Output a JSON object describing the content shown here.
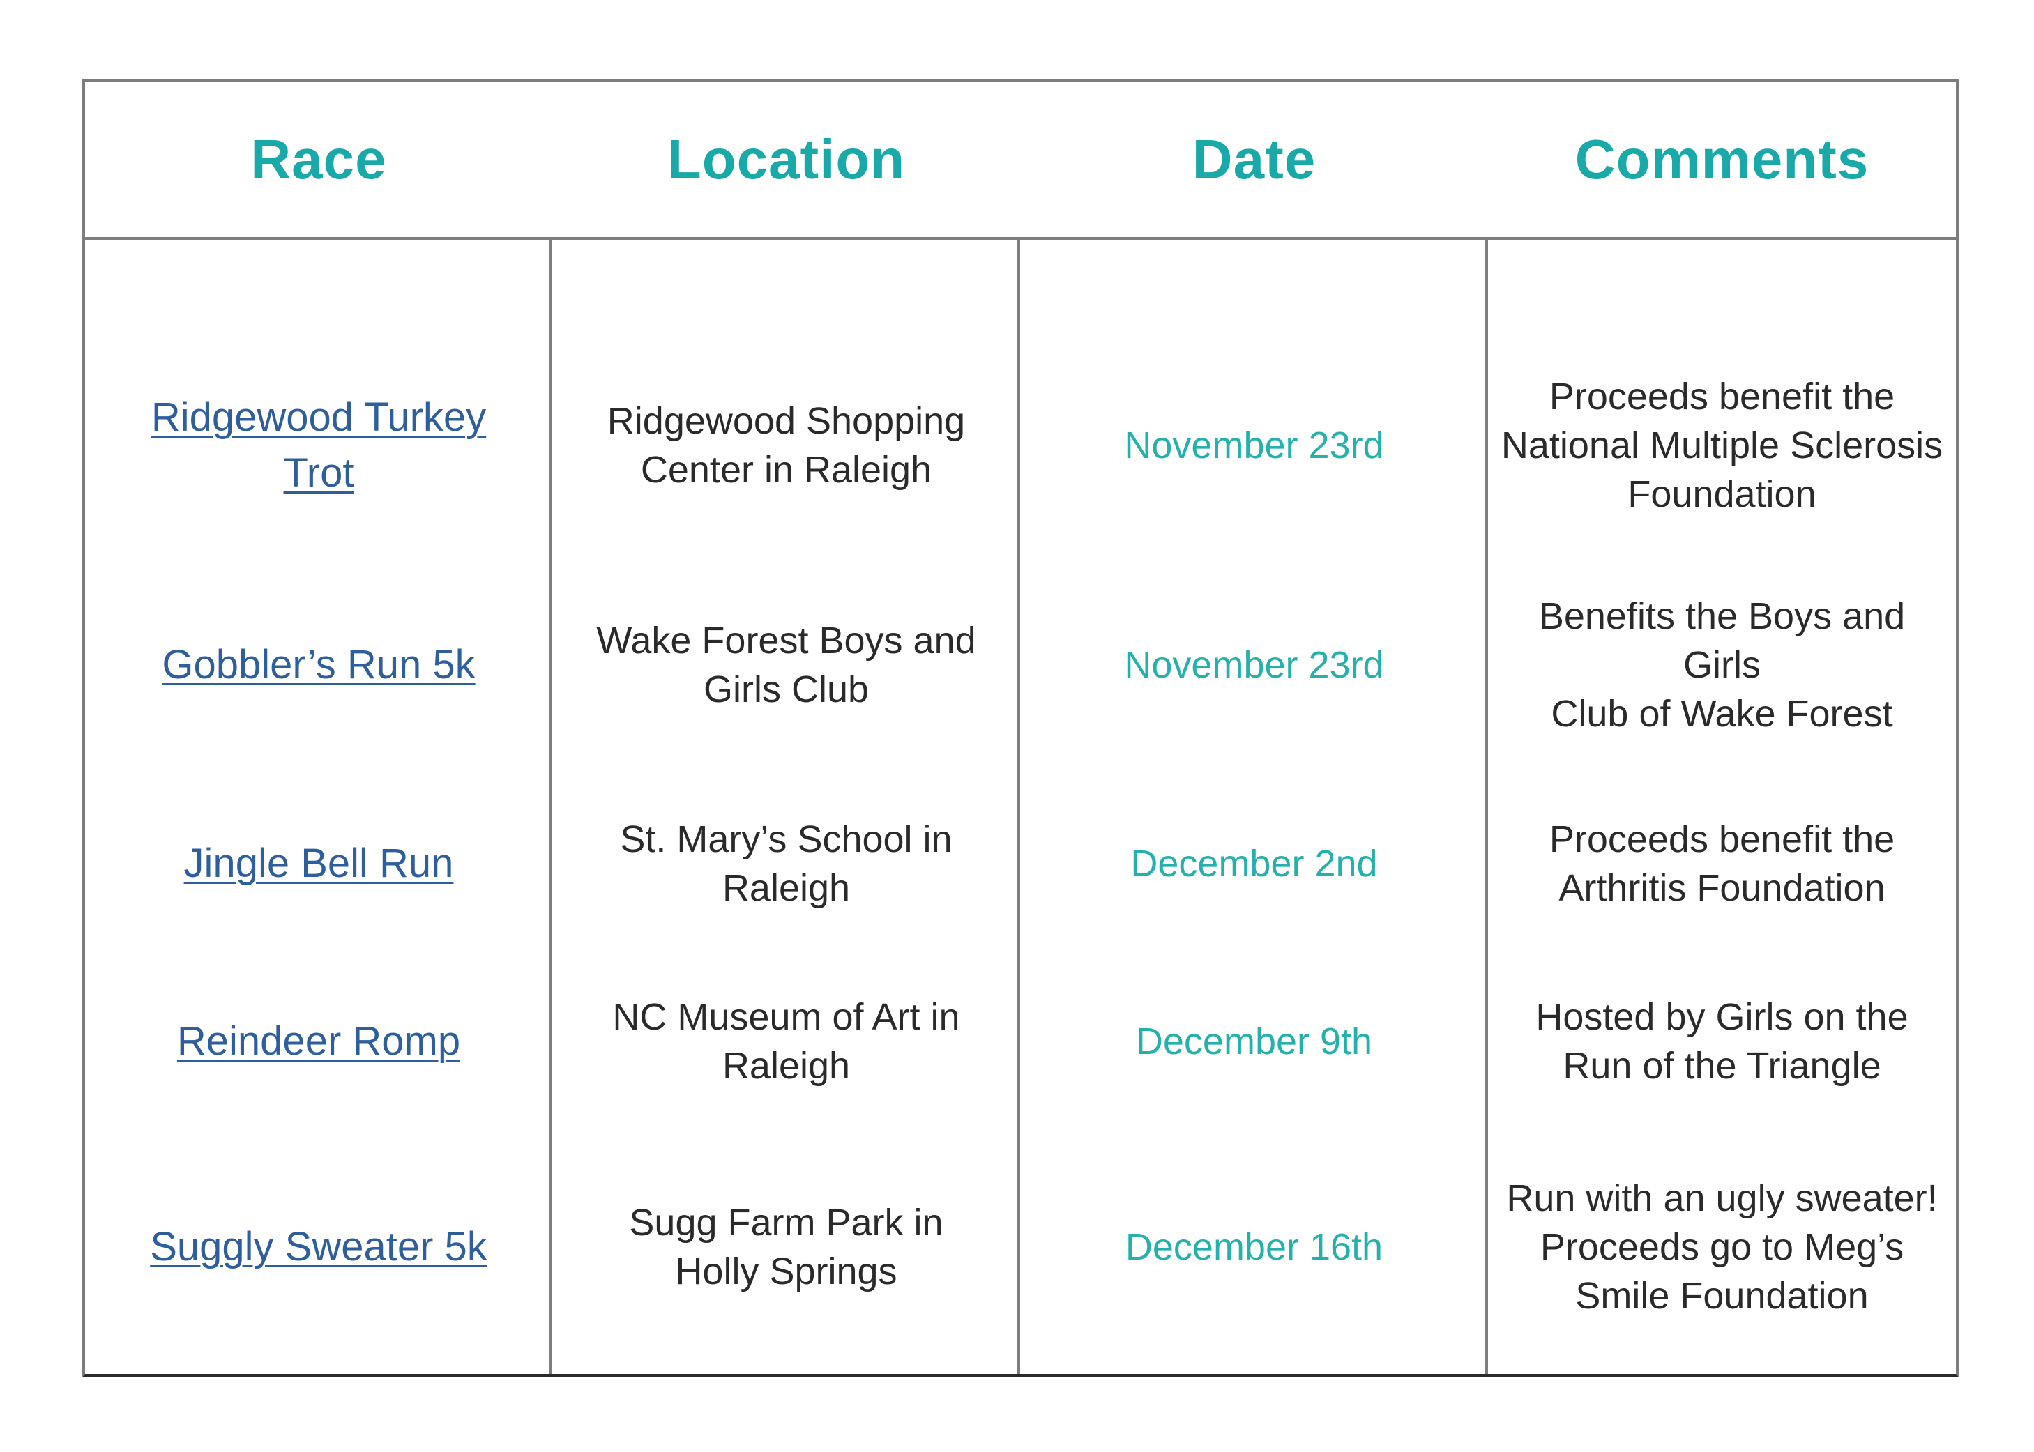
{
  "headers": {
    "race": "Race",
    "location": "Location",
    "date": "Date",
    "comments": "Comments"
  },
  "rows": [
    {
      "race": [
        "Ridgewood Turkey",
        "Trot"
      ],
      "location": [
        "Ridgewood Shopping",
        "Center in Raleigh"
      ],
      "date": "November 23rd",
      "comments": [
        "Proceeds benefit the",
        "National Multiple Sclerosis",
        "Foundation"
      ]
    },
    {
      "race": [
        "Gobbler’s Run 5k"
      ],
      "location": [
        "Wake Forest Boys and",
        "Girls Club"
      ],
      "date": "November 23rd",
      "comments": [
        "Benefits the Boys and Girls",
        "Club of Wake Forest"
      ]
    },
    {
      "race": [
        "Jingle Bell Run"
      ],
      "location": [
        "St. Mary’s School in",
        "Raleigh"
      ],
      "date": "December 2nd",
      "comments": [
        "Proceeds benefit the",
        "Arthritis Foundation"
      ]
    },
    {
      "race": [
        "Reindeer Romp"
      ],
      "location": [
        "NC Museum of Art in",
        "Raleigh"
      ],
      "date": "December 9th",
      "comments": [
        "Hosted by Girls on the",
        "Run of the Triangle"
      ]
    },
    {
      "race": [
        "Suggly Sweater 5k"
      ],
      "location": [
        "Sugg Farm Park in",
        "Holly Springs"
      ],
      "date": "December 16th",
      "comments": [
        "Run with an ugly sweater!",
        "Proceeds go to Meg’s",
        "Smile Foundation"
      ]
    }
  ],
  "colors": {
    "accent": "#19a9a8",
    "link": "#2e5f9c",
    "border": "#7d7d7d",
    "text": "#2a2a2a"
  }
}
